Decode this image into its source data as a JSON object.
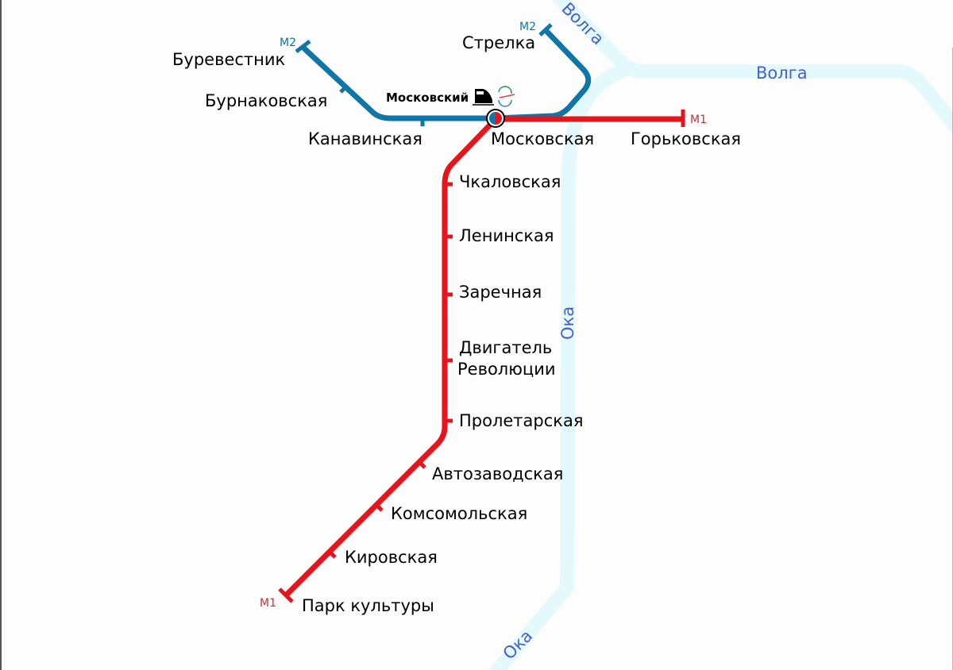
{
  "colors": {
    "line1": "#e8141c",
    "line2": "#0f76a8",
    "river": "#e4f9fb",
    "river_label": "#4a5fc8"
  },
  "rivers": {
    "volga_upper": "Волга",
    "volga_east": "Волга",
    "oka_middle": "Ока",
    "oka_lower": "Ока"
  },
  "lines": {
    "m1_label_north": "M1",
    "m1_label_south": "M1",
    "m2_label_west": "M2",
    "m2_label_east": "M2"
  },
  "stations": {
    "burevestnik": "Буревестник",
    "burnakovskaya": "Бурнаковская",
    "kanavinskaya": "Канавинская",
    "moskovskaya": "Московская",
    "strelka": "Стрелка",
    "gorkovskaya": "Горьковская",
    "chkalovskaya": "Чкаловская",
    "leninskaya": "Ленинская",
    "zarechnaya": "Заречная",
    "dvigatel_1": "Двигатель",
    "dvigatel_2": "Революции",
    "proletarskaya": "Пролетарская",
    "avtozavodskaya": "Автозаводская",
    "komsomolskaya": "Комсомольская",
    "kirovskaya": "Кировская",
    "park_kultury": "Парк культуры"
  },
  "railway_station": {
    "label": "Московский",
    "icons": [
      "train-icon",
      "aeroexpress-icon"
    ]
  }
}
